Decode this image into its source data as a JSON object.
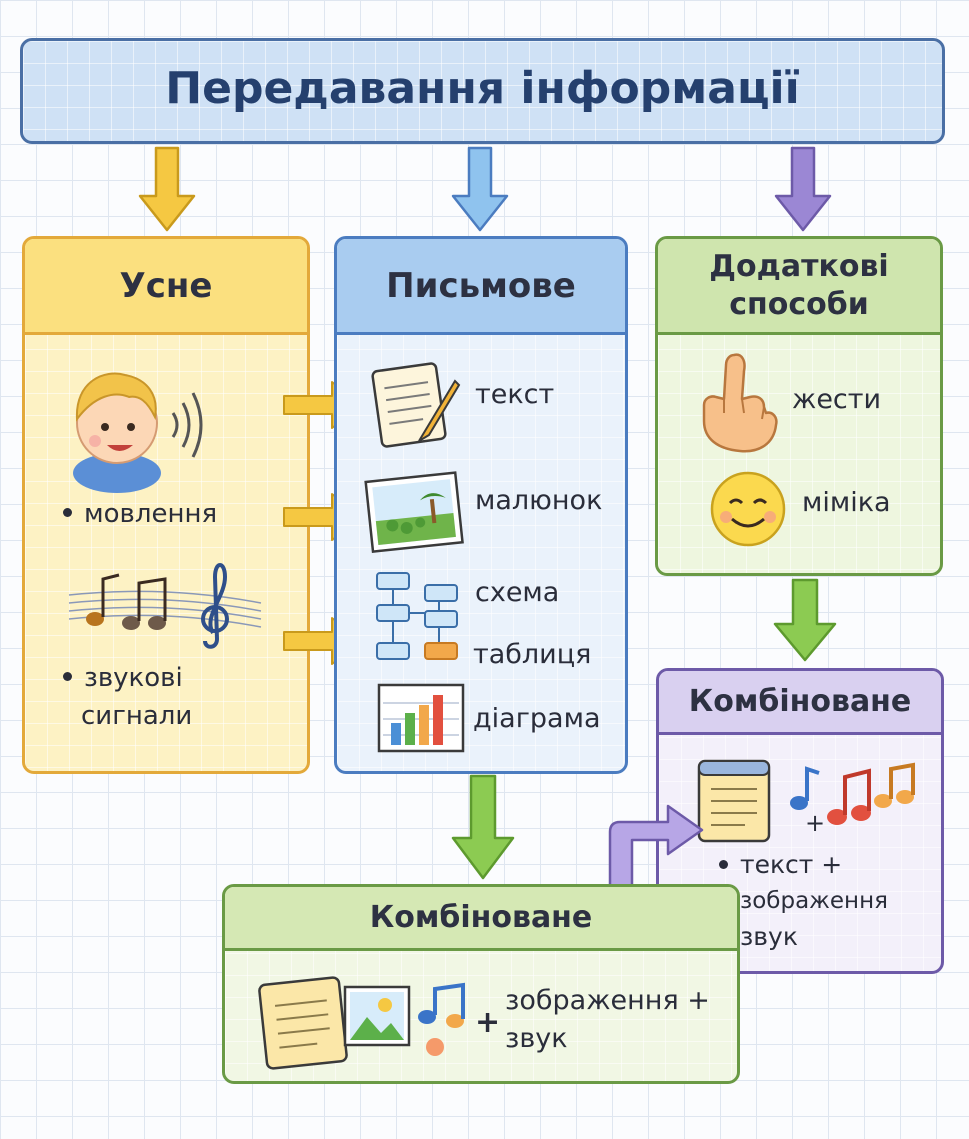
{
  "title": "Передавання інформації",
  "oral": {
    "header": "Усне",
    "items": [
      "мовлення",
      "звукові сигнали"
    ],
    "signals_line1": "звукові",
    "signals_line2": "сигнали"
  },
  "written": {
    "header": "Письмове",
    "items": [
      "текст",
      "малюнок",
      "схема",
      "таблиця",
      "діаграма"
    ]
  },
  "extra": {
    "header_line1": "Додаткові",
    "header_line2": "способи",
    "items": [
      "жести",
      "міміка"
    ]
  },
  "combined_right": {
    "header": "Комбіноване",
    "items": [
      "текст +",
      "зображення",
      "звук"
    ],
    "plus": "+"
  },
  "combined_bottom": {
    "header": "Комбіноване",
    "caption_line1": "зображення +",
    "caption_line2": "звук",
    "plus": "+"
  },
  "colors": {
    "title_bg": "#cfe1f5",
    "title_border": "#4a6fa5",
    "oral_bg": "#fdf2c4",
    "oral_border": "#e3a93a",
    "written_bg": "#eaf2fb",
    "written_border": "#4b7cc0",
    "extra_bg": "#eef6df",
    "extra_border": "#6a9a45",
    "combined_right_bg": "#f3f0fa",
    "combined_right_border": "#6d5aa8",
    "combined_bottom_bg": "#f1f7e4",
    "combined_bottom_border": "#6a9a45",
    "arrow_yellow": "#f5c842",
    "arrow_blue": "#8fc3ee",
    "arrow_purple": "#9b87d4",
    "arrow_green": "#8ccb52"
  },
  "icons": [
    "boy-speaking-icon",
    "music-notes-icon",
    "notepad-pencil-icon",
    "picture-icon",
    "flowchart-icon",
    "bar-chart-icon",
    "hand-gesture-icon",
    "smiley-face-icon",
    "document-icon",
    "music-note-icon"
  ]
}
